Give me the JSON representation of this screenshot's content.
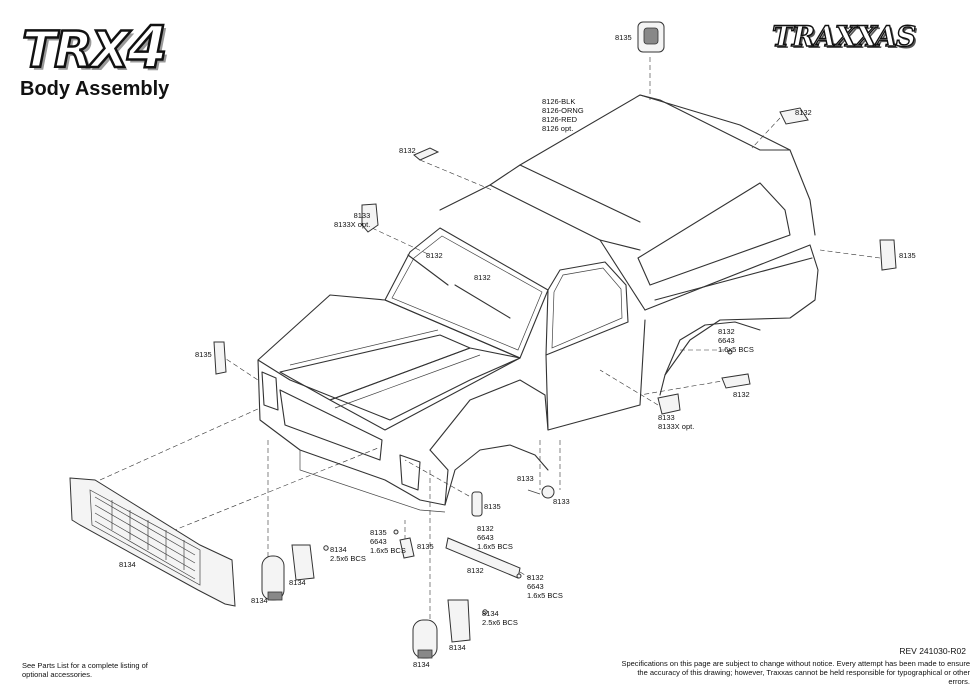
{
  "header": {
    "brand_trx": "TRX",
    "brand_four": "4",
    "title": "Body Assembly",
    "logo": "TRAXXAS"
  },
  "labels": {
    "l8135_top": "8135",
    "l8126": "8126-BLK\n8126-ORNG\n8126-RED\n8126 opt.",
    "l8132_top_right": "8132",
    "l8132_top_left": "8132",
    "l8133_left": "8133\n8133X opt.",
    "l8132_wiper_left": "8132",
    "l8132_wiper_right": "8132",
    "l8135_right": "8135",
    "l8132_side": "8132\n6643\n1.6x5 BCS",
    "l8132_side_lower": "8132",
    "l8135_left": "8135",
    "l8133_right": "8133\n8133X opt.",
    "l8133_small": "8133",
    "l8133_small2": "8133",
    "l8135_front_a": "8135",
    "l8135_front_hw": "8135\n6643\n1.6x5 BCS",
    "l8135_front_b": "8135",
    "l8132_bar_hw": "8132\n6643\n1.6x5 BCS",
    "l8132_bar": "8132",
    "l8132_bar_hw2": "8132\n6643\n1.6x5 BCS",
    "l8134_grille": "8134",
    "l8134_hw_a": "8134\n2.5x6 BCS",
    "l8134_a": "8134",
    "l8134_b": "8134",
    "l8134_hw_b": "8134\n2.5x6 BCS",
    "l8134_c": "8134",
    "l8134_d": "8134"
  },
  "footer": {
    "rev": "REV 241030-R02",
    "note_left": "See Parts List for a complete listing of optional accessories.",
    "note_right": "Specifications on this page are subject to change without notice.  Every attempt has been made to ensure the accuracy of this drawing; however, Traxxas cannot be held responsible for typographical or other errors."
  }
}
